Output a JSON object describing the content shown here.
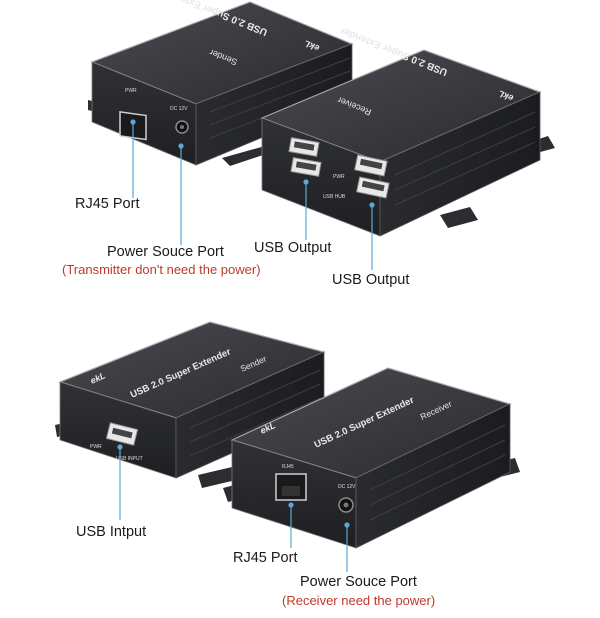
{
  "top": {
    "sender_brand": "ekL",
    "sender_title": "USB 2.0 Super Extender",
    "sender_role": "Sender",
    "sender_port_pwr": "PWR",
    "sender_port_dc": "DC 12V",
    "receiver_brand": "ekL",
    "receiver_title": "USB 2.0 Super Extender",
    "receiver_role": "Receiver",
    "receiver_pwr": "PWR",
    "receiver_hub": "USB HUB",
    "labels": {
      "rj45": "RJ45 Port",
      "power": "Power Souce Port",
      "power_note": "(Transmitter don't need the power)",
      "usb_output_1": "USB Output",
      "usb_output_2": "USB Output"
    }
  },
  "bottom": {
    "sender_brand": "ekL",
    "sender_title": "USB 2.0 Super Extender",
    "sender_role": "Sender",
    "sender_pwr": "PWR",
    "sender_usb": "USB INPUT",
    "receiver_brand": "ekL",
    "receiver_title": "USB 2.0 Super Extender",
    "receiver_role": "Receiver",
    "receiver_rj45": "RJ45",
    "receiver_dc": "DC 12V",
    "labels": {
      "usb_input": "USB Intput",
      "rj45": "RJ45 Port",
      "power": "Power Souce Port",
      "power_note": "(Receiver need the power)"
    }
  },
  "colors": {
    "device_body": "#2b2c30",
    "device_top": "#3a3b40",
    "device_edge": "#a8a9ad",
    "leader": "#5aa8d8",
    "note": "#c0392b"
  }
}
